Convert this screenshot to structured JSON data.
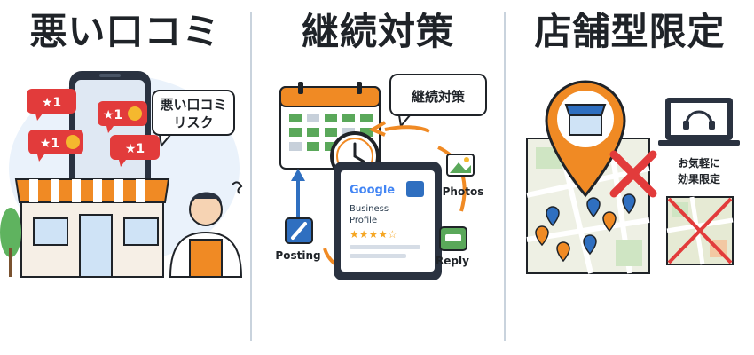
{
  "panels": [
    {
      "title": "悪い口コミ",
      "bubble_line1": "悪い口コミ",
      "bubble_line2": "リスク",
      "ratings": [
        "★1",
        "★1",
        "★1",
        "★1"
      ]
    },
    {
      "title": "継続対策",
      "bubble": "継続対策",
      "google_word": "Google",
      "profile_line1": "Business",
      "profile_line2": "Profile",
      "stars": "★★★★☆",
      "labels": {
        "photos": "Photos",
        "reply": "Reply",
        "posting": "Posting"
      }
    },
    {
      "title": "店舗型限定",
      "label_line1": "お気軽に",
      "label_line2": "効果限定"
    }
  ],
  "colors": {
    "orange": "#f08a24",
    "red": "#e23b3b",
    "navy": "#1f2a3a",
    "blue": "#2f6fc0",
    "green": "#4caf50"
  },
  "icons": [
    "smartphone-icon",
    "store-icon",
    "shopkeeper-icon",
    "calendar-icon",
    "clock-icon",
    "tablet-icon",
    "photo-icon",
    "reply-icon",
    "pencil-icon",
    "map-pin-icon",
    "map-icon",
    "laptop-icon",
    "headset-icon",
    "x-mark-icon"
  ]
}
